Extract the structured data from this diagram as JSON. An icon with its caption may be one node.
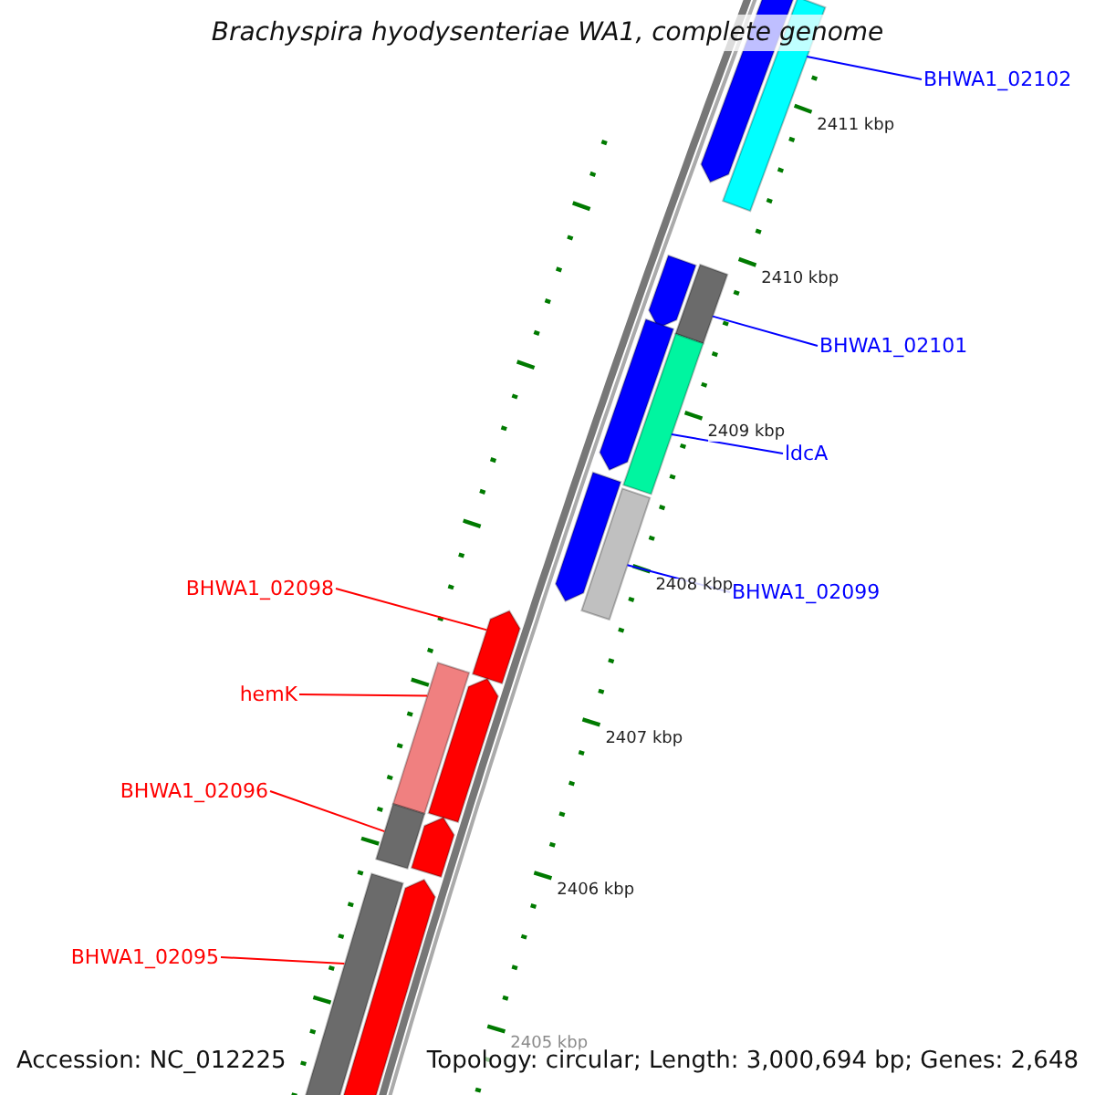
{
  "diagram": {
    "title": "Brachyspira hyodysenteriae WA1, complete genome",
    "nodes": [
      {
        "text": [
          "BHWA1_02102"
        ]
      },
      {
        "text": [],
        "shape": "bar"
      },
      {
        "text": [
          "BHWA1_02101"
        ]
      },
      {
        "text": [],
        "shape": "bar"
      },
      {
        "text": [
          "ldcA"
        ]
      },
      {
        "text": [],
        "shape": "bar"
      },
      {
        "text": [
          "BHWA1_02099"
        ]
      },
      {
        "text": [],
        "shape": "bar"
      },
      {
        "text": [
          "BHWA1_02098"
        ]
      },
      {
        "text": [],
        "shape": "arrow"
      },
      {
        "text": [
          "hemK"
        ]
      },
      {
        "text": [],
        "shape": "bar"
      },
      {
        "text": [
          "BHWA1_02096"
        ]
      },
      {
        "text": [],
        "shape": "bar"
      },
      {
        "text": [
          "BHWA1_02095"
        ]
      },
      {
        "text": [],
        "shape": "bar"
      },
      {
        "text": [],
        "shape": "arrow"
      },
      {
        "text": [],
        "shape": "arrow"
      },
      {
        "text": [],
        "shape": "arrow"
      },
      {
        "text": [],
        "shape": "arrow"
      },
      {
        "text": [],
        "shape": "arrow"
      },
      {
        "text": [],
        "shape": "arrow"
      },
      {
        "text": [],
        "shape": "arrow"
      }
    ],
    "edges": [
      {
        "from": 0,
        "to": 1,
        "arrow": "none",
        "color": "#0000ff"
      },
      {
        "from": 2,
        "to": 3,
        "arrow": "none",
        "color": "#0000ff"
      },
      {
        "from": 4,
        "to": 5,
        "arrow": "none",
        "color": "#0000ff"
      },
      {
        "from": 6,
        "to": 7,
        "arrow": "none",
        "color": "#0000ff"
      },
      {
        "from": 8,
        "to": 9,
        "arrow": "none",
        "color": "#ff0000"
      },
      {
        "from": 10,
        "to": 11,
        "arrow": "none",
        "color": "#ff0000"
      },
      {
        "from": 12,
        "to": 13,
        "arrow": "none",
        "color": "#ff0000"
      },
      {
        "from": 14,
        "to": 15,
        "arrow": "none",
        "color": "#ff0000"
      }
    ],
    "labels": [
      "2411 kbp",
      "2410 kbp",
      "2409 kbp",
      "2408 kbp",
      "2407 kbp",
      "2406 kbp",
      "2405 kbp",
      "Accession: NC_012225",
      "Topology: circular; Length: 3,000,694 bp; Genes: 2,648"
    ]
  }
}
